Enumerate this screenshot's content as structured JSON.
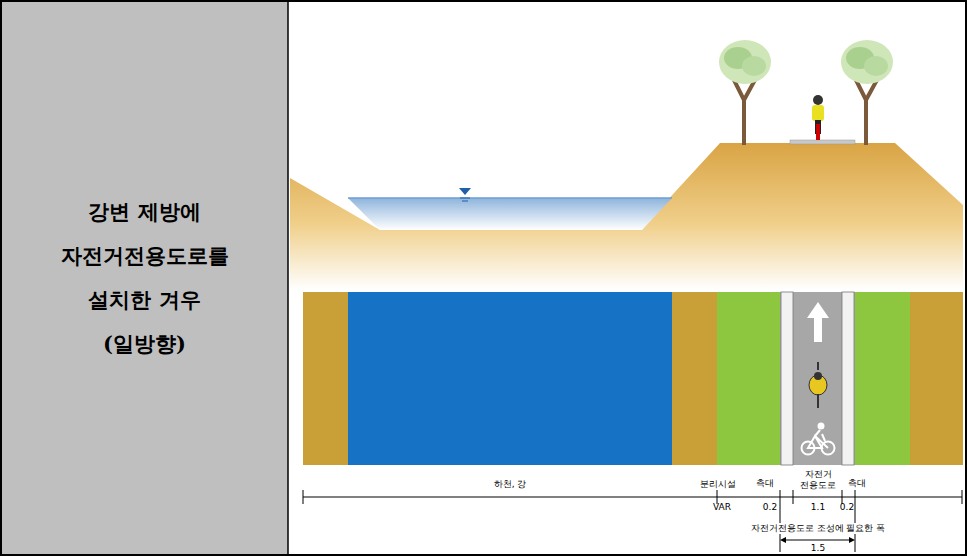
{
  "diagram": {
    "nodes": [
      {
        "text": [
          "강변 제방에 자전거전용도로를 설치한 겨우 (일방향)"
        ]
      }
    ],
    "labels": [
      "하천, 강",
      "분리시설",
      "측대",
      "자전거 전용도로",
      "측대",
      "VAR",
      "0.2",
      "1.1",
      "0.2",
      "자전거전용도로 조성에 필요한 폭",
      "1.5"
    ]
  }
}
